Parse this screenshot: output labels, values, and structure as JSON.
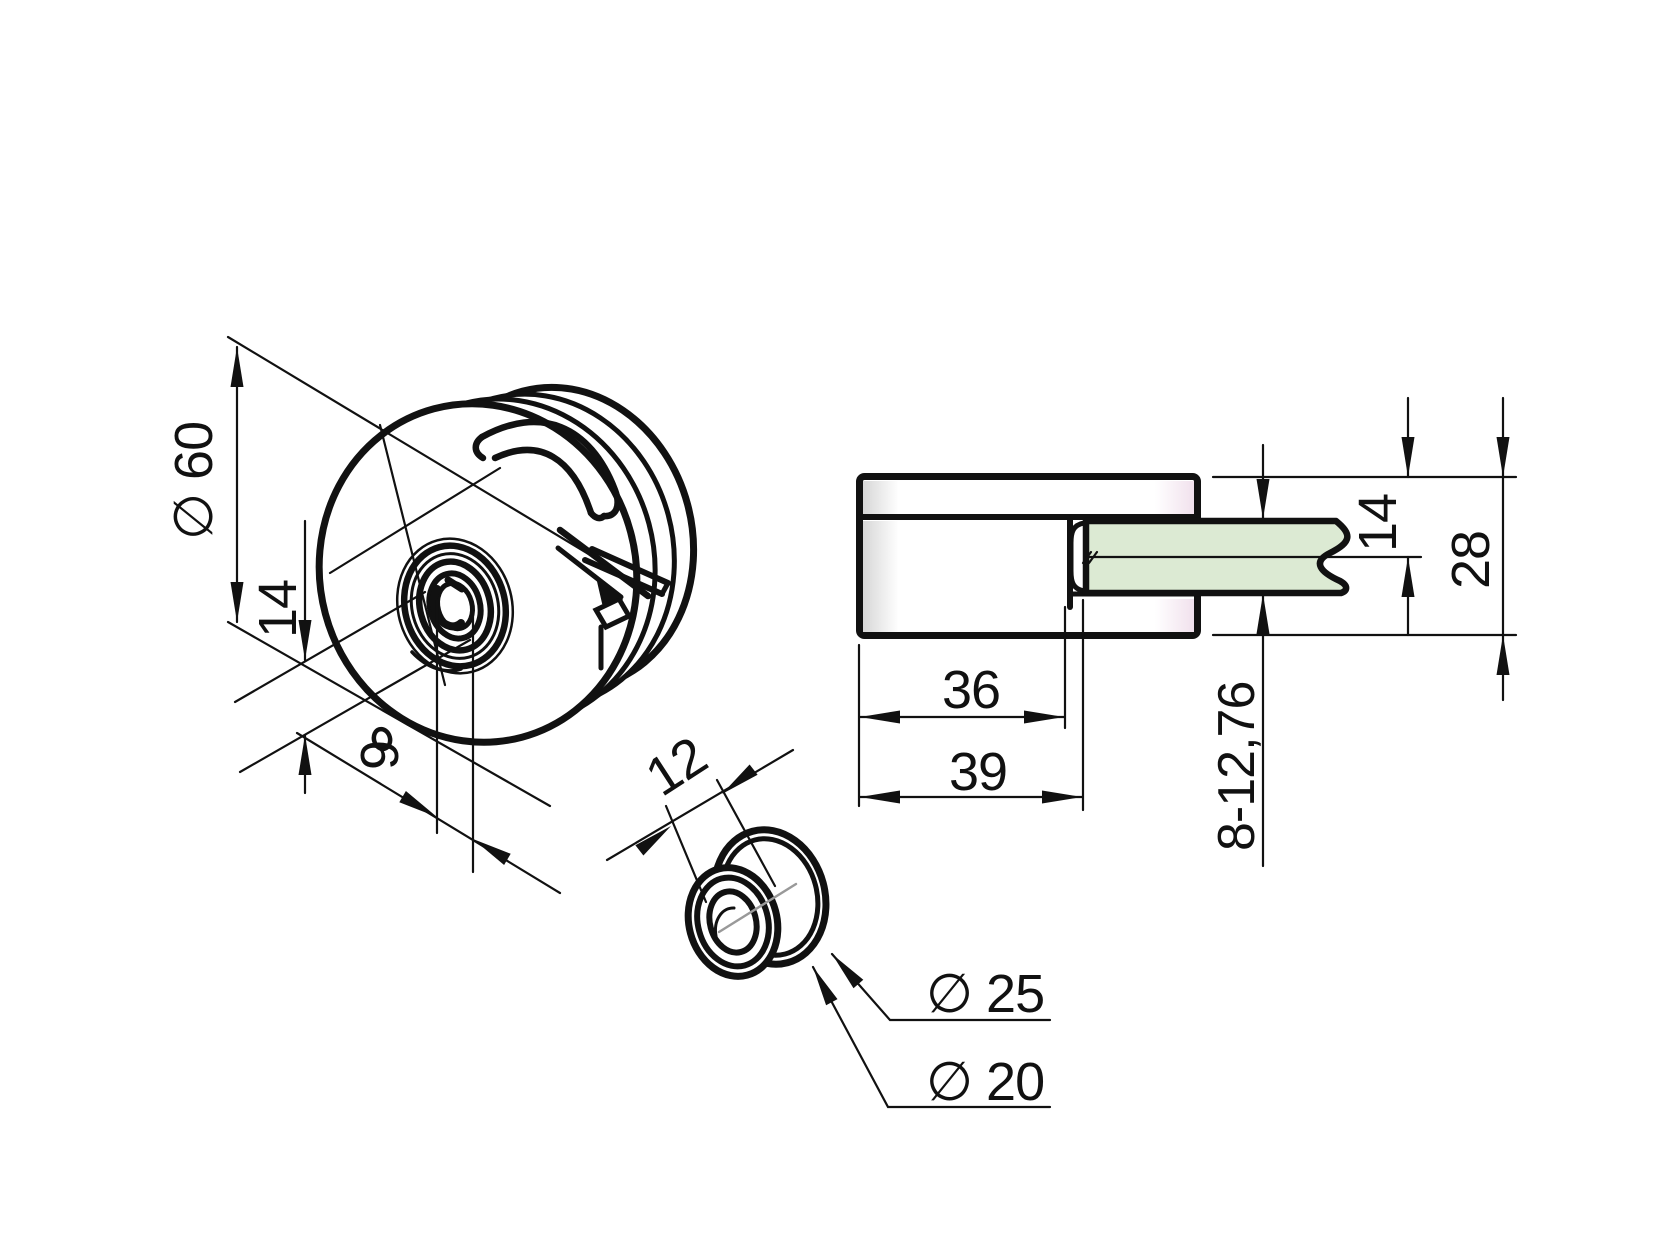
{
  "drawing": {
    "background": "#ffffff",
    "stroke_color": "#111111",
    "glass_color": "#dcead3",
    "shading_gray": "#d7d7d7",
    "shading_pink": "#f1e1ed",
    "centerline_gray": "#999999",
    "labels": {
      "iso_outer_diameter": "∅ 60",
      "iso_boss_height": "14",
      "iso_bore_width": "9",
      "bushing_length": "12",
      "bushing_flange_diameter": "∅ 25",
      "bushing_outer_diameter": "∅ 20",
      "clamp_slot_depth": "36",
      "clamp_width": "39",
      "glass_axis_offset": "14",
      "clamp_height": "28",
      "glass_thickness_range": "8-12,76"
    }
  }
}
